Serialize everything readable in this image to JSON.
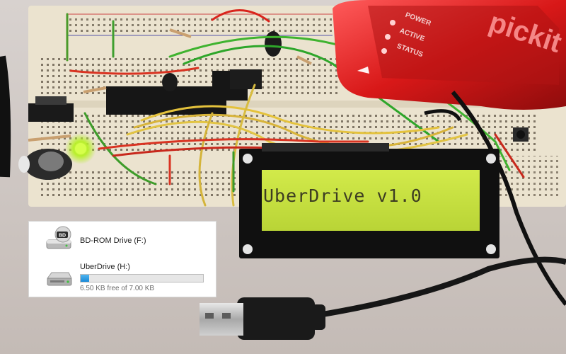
{
  "lcd": {
    "text": "UberDrive v1.0"
  },
  "programmer": {
    "brand": "pickit",
    "labels": [
      "POWER",
      "ACTIVE",
      "STATUS"
    ]
  },
  "drives": [
    {
      "name": "BD-ROM Drive (F:)",
      "icon": "bd-rom-drive-icon"
    },
    {
      "name": "UberDrive (H:)",
      "icon": "usb-drive-icon",
      "free_text": "6.50 KB free of 7.00 KB",
      "used_fraction": 0.071
    }
  ],
  "colors": {
    "lcd_backlight": "#c8e23c",
    "breadboard": "#ebe3cf",
    "pickit_red": "#d81e1e",
    "progress": "#1a8ad8"
  }
}
